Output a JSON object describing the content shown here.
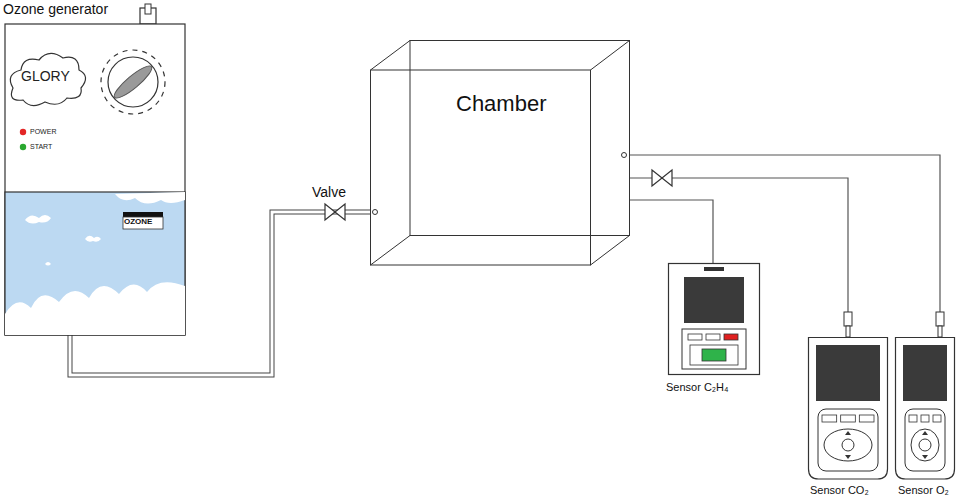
{
  "diagram": {
    "nodes": [
      {
        "text": [
          "Ozone generator",
          "GLORY",
          "POWER",
          "START",
          "OZONE"
        ]
      },
      {
        "text": [
          "Chamber"
        ]
      },
      {
        "text": [
          "Sensor C₂H₄"
        ]
      },
      {
        "text": [
          "Sensor CO₂"
        ]
      },
      {
        "text": [
          "Sensor O₂"
        ]
      }
    ],
    "edges": [
      {
        "from": 0,
        "to": 1,
        "arrow": "none"
      },
      {
        "from": 1,
        "to": 2,
        "arrow": "none"
      },
      {
        "from": 1,
        "to": 3,
        "arrow": "none"
      },
      {
        "from": 1,
        "to": 4,
        "arrow": "none"
      }
    ],
    "labels": [
      "Valve"
    ]
  }
}
